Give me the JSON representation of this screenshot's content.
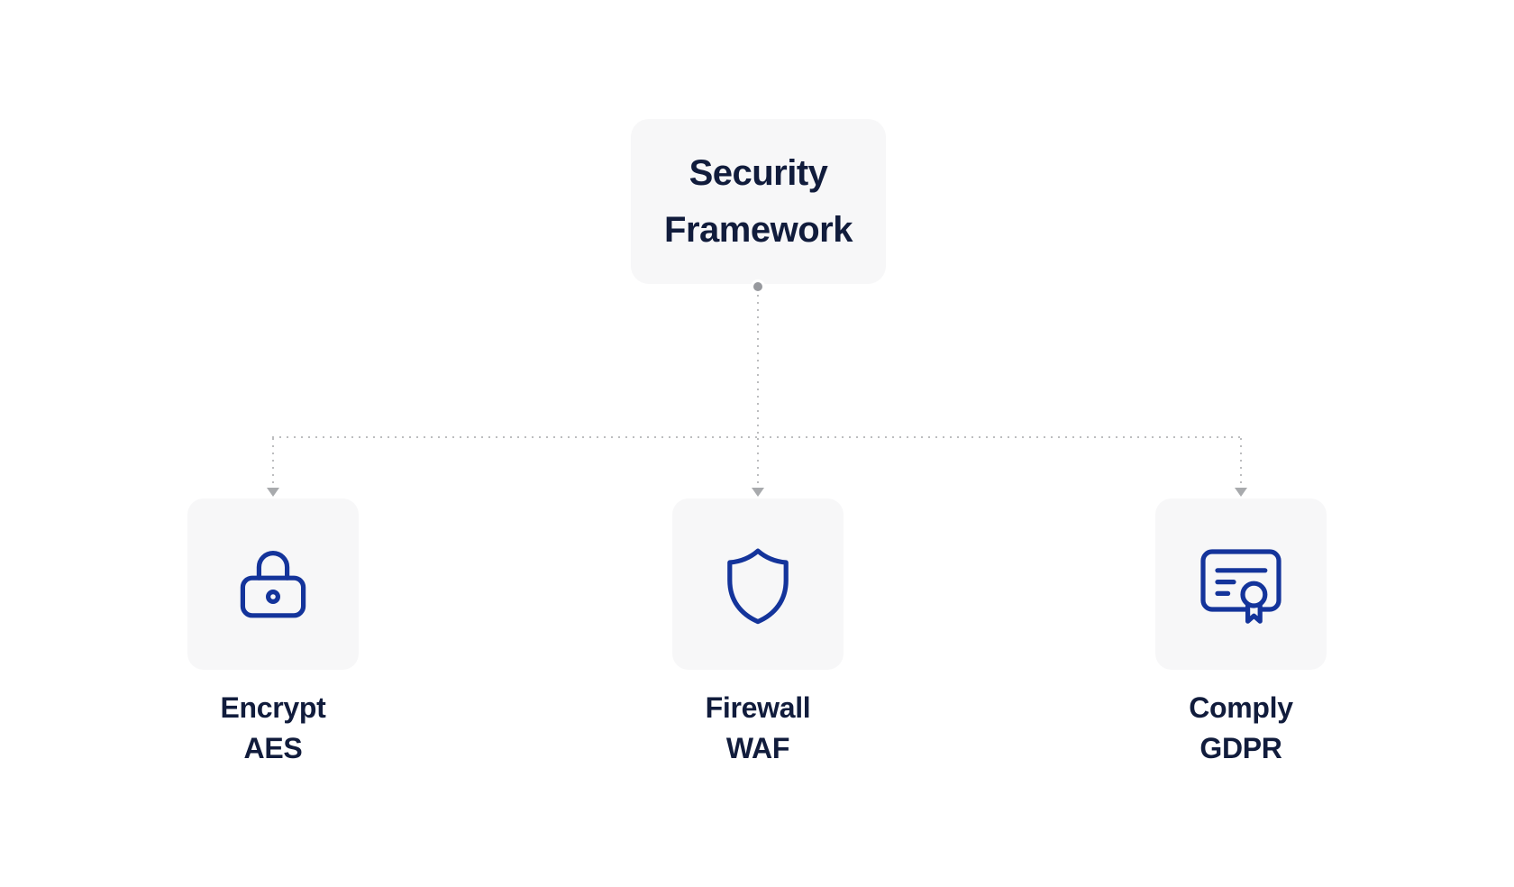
{
  "title": {
    "lines": [
      "Security",
      "Framework"
    ]
  },
  "children": [
    {
      "name": "encrypt",
      "icon": "lock-icon",
      "lines": [
        "Encrypt",
        "AES"
      ]
    },
    {
      "name": "firewall",
      "icon": "shield-icon",
      "lines": [
        "Firewall",
        "WAF"
      ]
    },
    {
      "name": "comply",
      "icon": "certificate-icon",
      "lines": [
        "Comply",
        "GDPR"
      ]
    }
  ],
  "colors": {
    "canvas-bg": "#ffffff",
    "node-bg": "#f7f7f8",
    "text": "#111c3c",
    "icon": "#14349b",
    "connector": "#bcbdbf",
    "arrow": "#a8aaad",
    "junction-dot": "#97999e"
  }
}
